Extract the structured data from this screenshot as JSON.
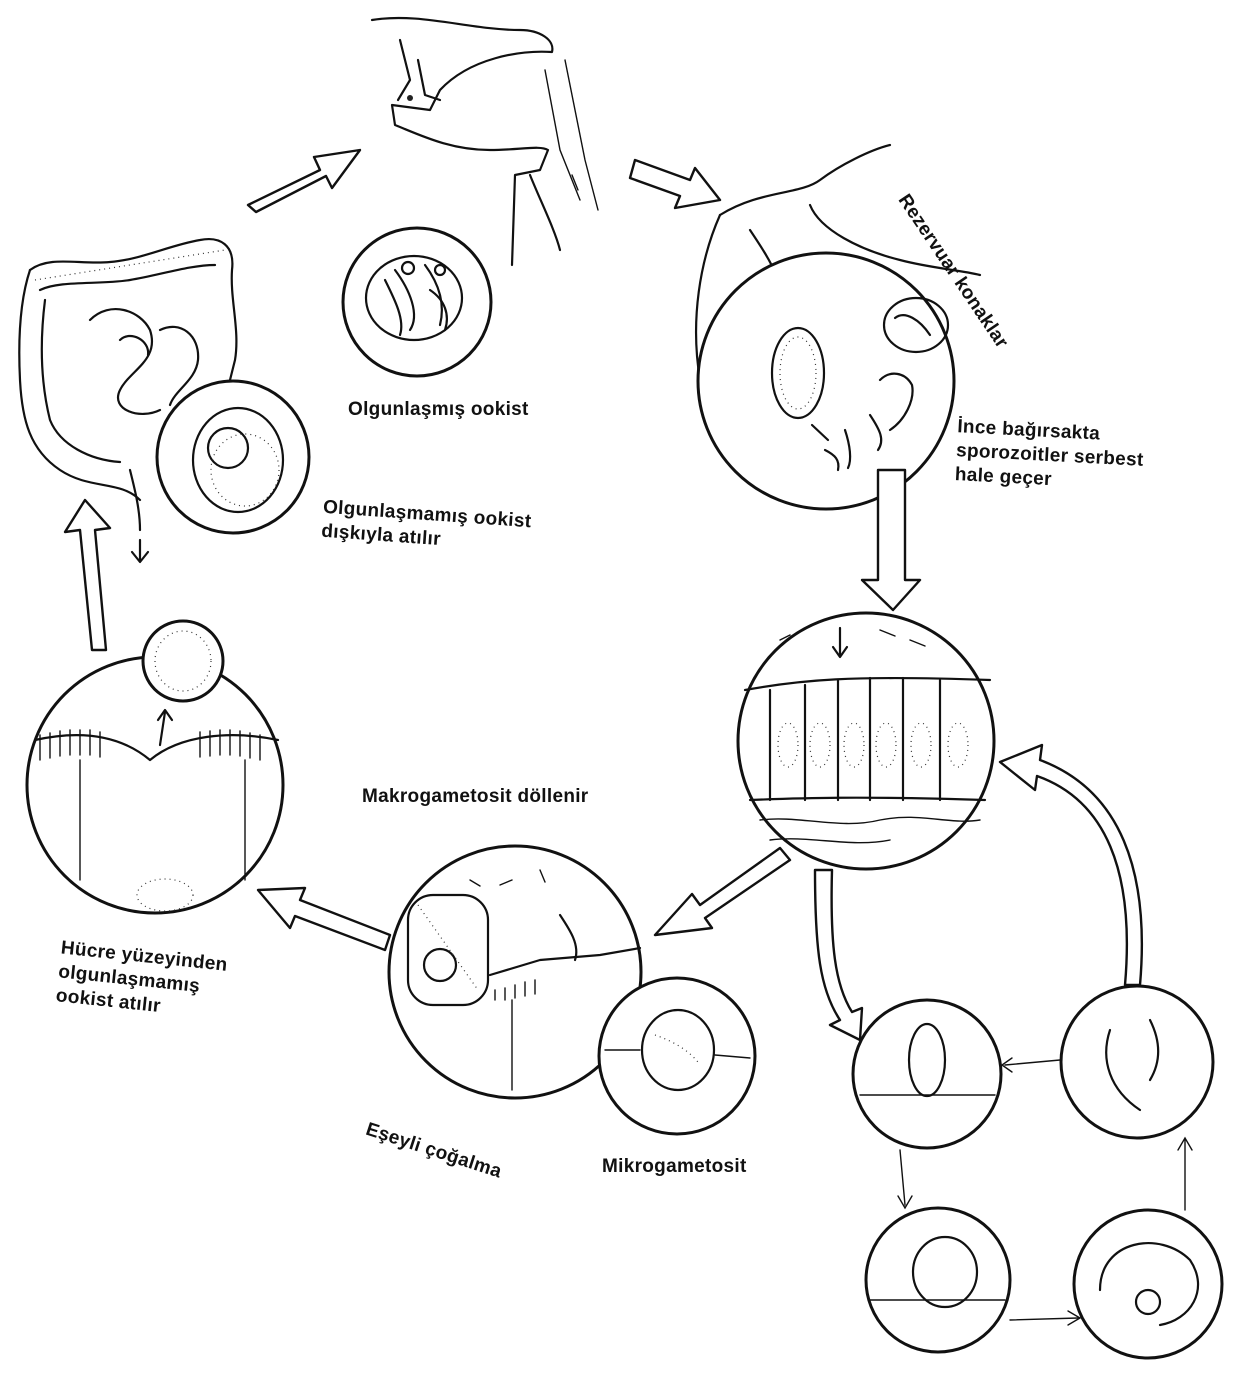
{
  "labels": {
    "mature_oocyst": "Olgunlaşmış ookist",
    "reservoir_hosts": "Rezervuar konaklar",
    "sporozoites": [
      "İnce bağırsakta",
      "sporozoitler serbest",
      "hale geçer"
    ],
    "immature_oocyst": [
      "Olgunlaşmamış ookist",
      "dışkıyla atılır"
    ],
    "macrogametocyte": "Makrogametosit döllenir",
    "cell_surface": [
      "Hücre yüzeyinden",
      "olgunlaşmamış",
      "ookist atılır"
    ],
    "sexual_reproduction": "Eşeyli çoğalma",
    "microgametocyte": "Mikrogametosit"
  }
}
